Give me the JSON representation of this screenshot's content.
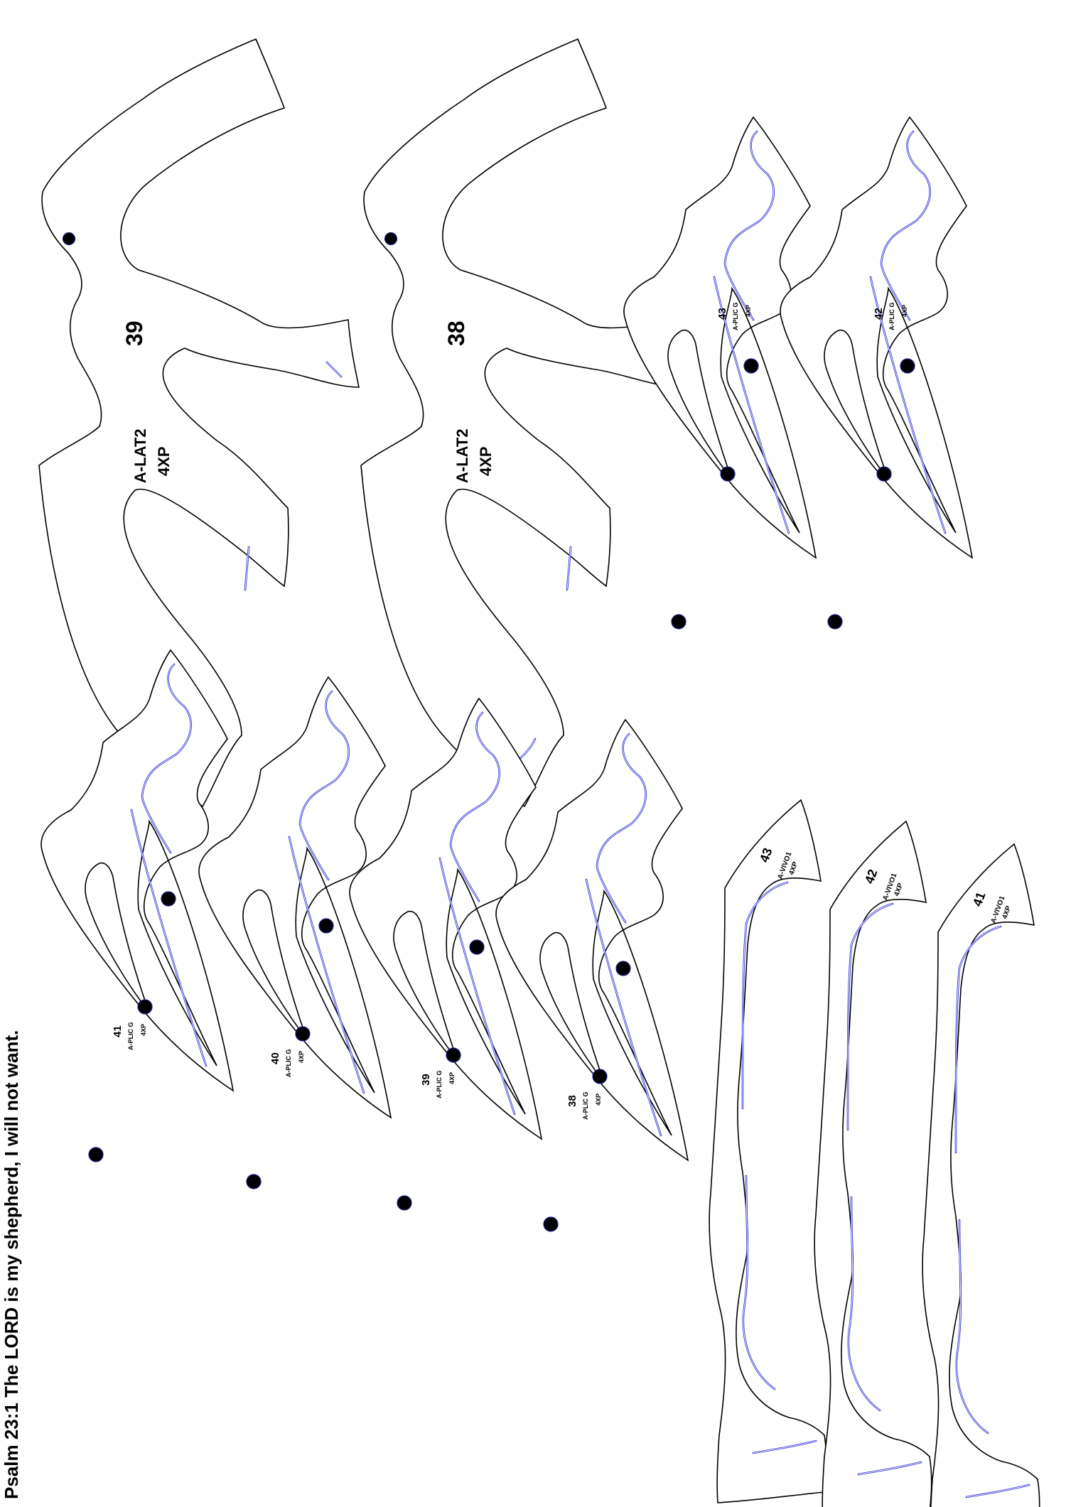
{
  "footer": {
    "verse": "Psalm 23:1 The LORD is my shepherd, I will not want."
  },
  "parts": {
    "lat2_39": {
      "number": "39",
      "code": "A-LAT2",
      "qty": "4XP"
    },
    "lat2_38": {
      "number": "38",
      "code": "A-LAT2",
      "qty": "4XP"
    },
    "plic_43": {
      "number": "43",
      "code": "A-PLIC G",
      "qty": "4XP"
    },
    "plic_42": {
      "number": "42",
      "code": "A-PLIC G",
      "qty": "4XP"
    },
    "plic_41": {
      "number": "41",
      "code": "A-PLIC G",
      "qty": "4XP"
    },
    "plic_40": {
      "number": "40",
      "code": "A-PLIC G",
      "qty": "4XP"
    },
    "plic_39": {
      "number": "39",
      "code": "A-PLIC G",
      "qty": "4XP"
    },
    "plic_38": {
      "number": "38",
      "code": "A-PLIC G",
      "qty": "4XP"
    },
    "vivo_43": {
      "number": "43",
      "code": "A-VIVO1",
      "qty": "4XP"
    },
    "vivo_42": {
      "number": "42",
      "code": "A-VIVO1",
      "qty": "4XP"
    },
    "vivo_41": {
      "number": "41",
      "code": "A-VIVO1",
      "qty": "4XP"
    }
  },
  "colors": {
    "outline": "#000000",
    "slot": "#2323d6",
    "hole": "#000000",
    "background": "#ffffff"
  }
}
